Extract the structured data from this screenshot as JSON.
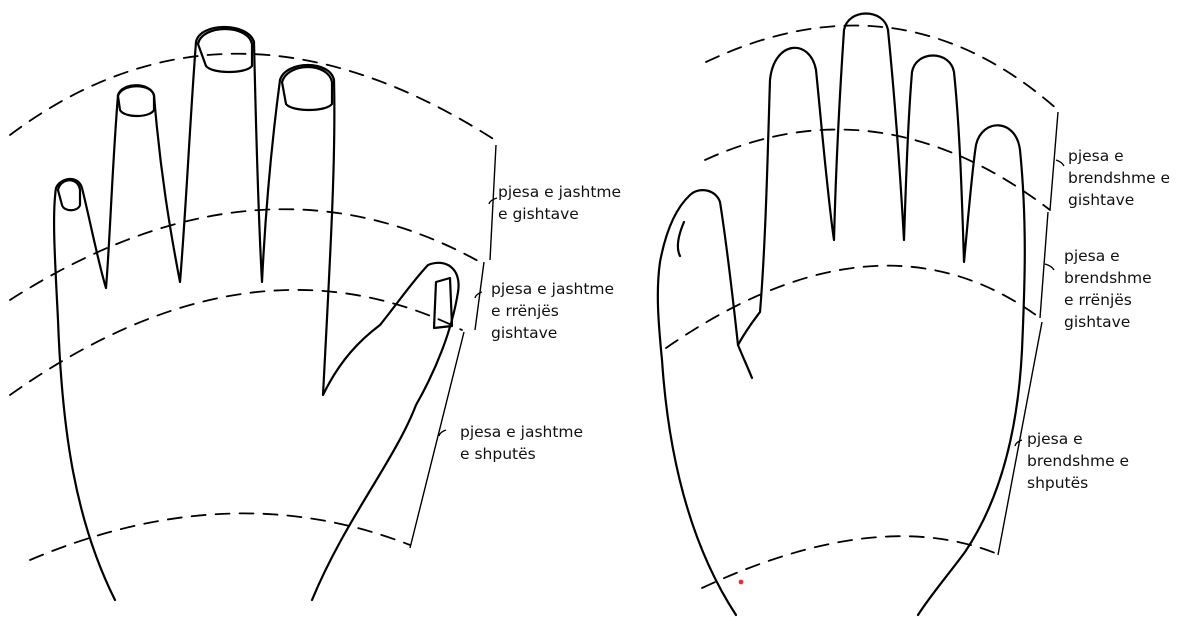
{
  "outer_hand": {
    "labels": [
      {
        "id": "outer-fingers",
        "lines": [
          "pjesa e jashtme",
          "e gishtave"
        ]
      },
      {
        "id": "outer-finger-roots",
        "lines": [
          "pjesa e jashtme",
          "e rrënjës",
          "gishtave"
        ]
      },
      {
        "id": "outer-palm",
        "lines": [
          "pjesa e jashtme",
          "e shputës"
        ]
      }
    ]
  },
  "inner_hand": {
    "labels": [
      {
        "id": "inner-fingers",
        "lines": [
          "pjesa e",
          "brendshme e",
          "gishtave"
        ]
      },
      {
        "id": "inner-finger-roots",
        "lines": [
          "pjesa e",
          "brendshme",
          "e rrënjës",
          "gishtave"
        ]
      },
      {
        "id": "inner-palm",
        "lines": [
          "pjesa e",
          "brendshme e",
          "shputës"
        ]
      }
    ]
  }
}
